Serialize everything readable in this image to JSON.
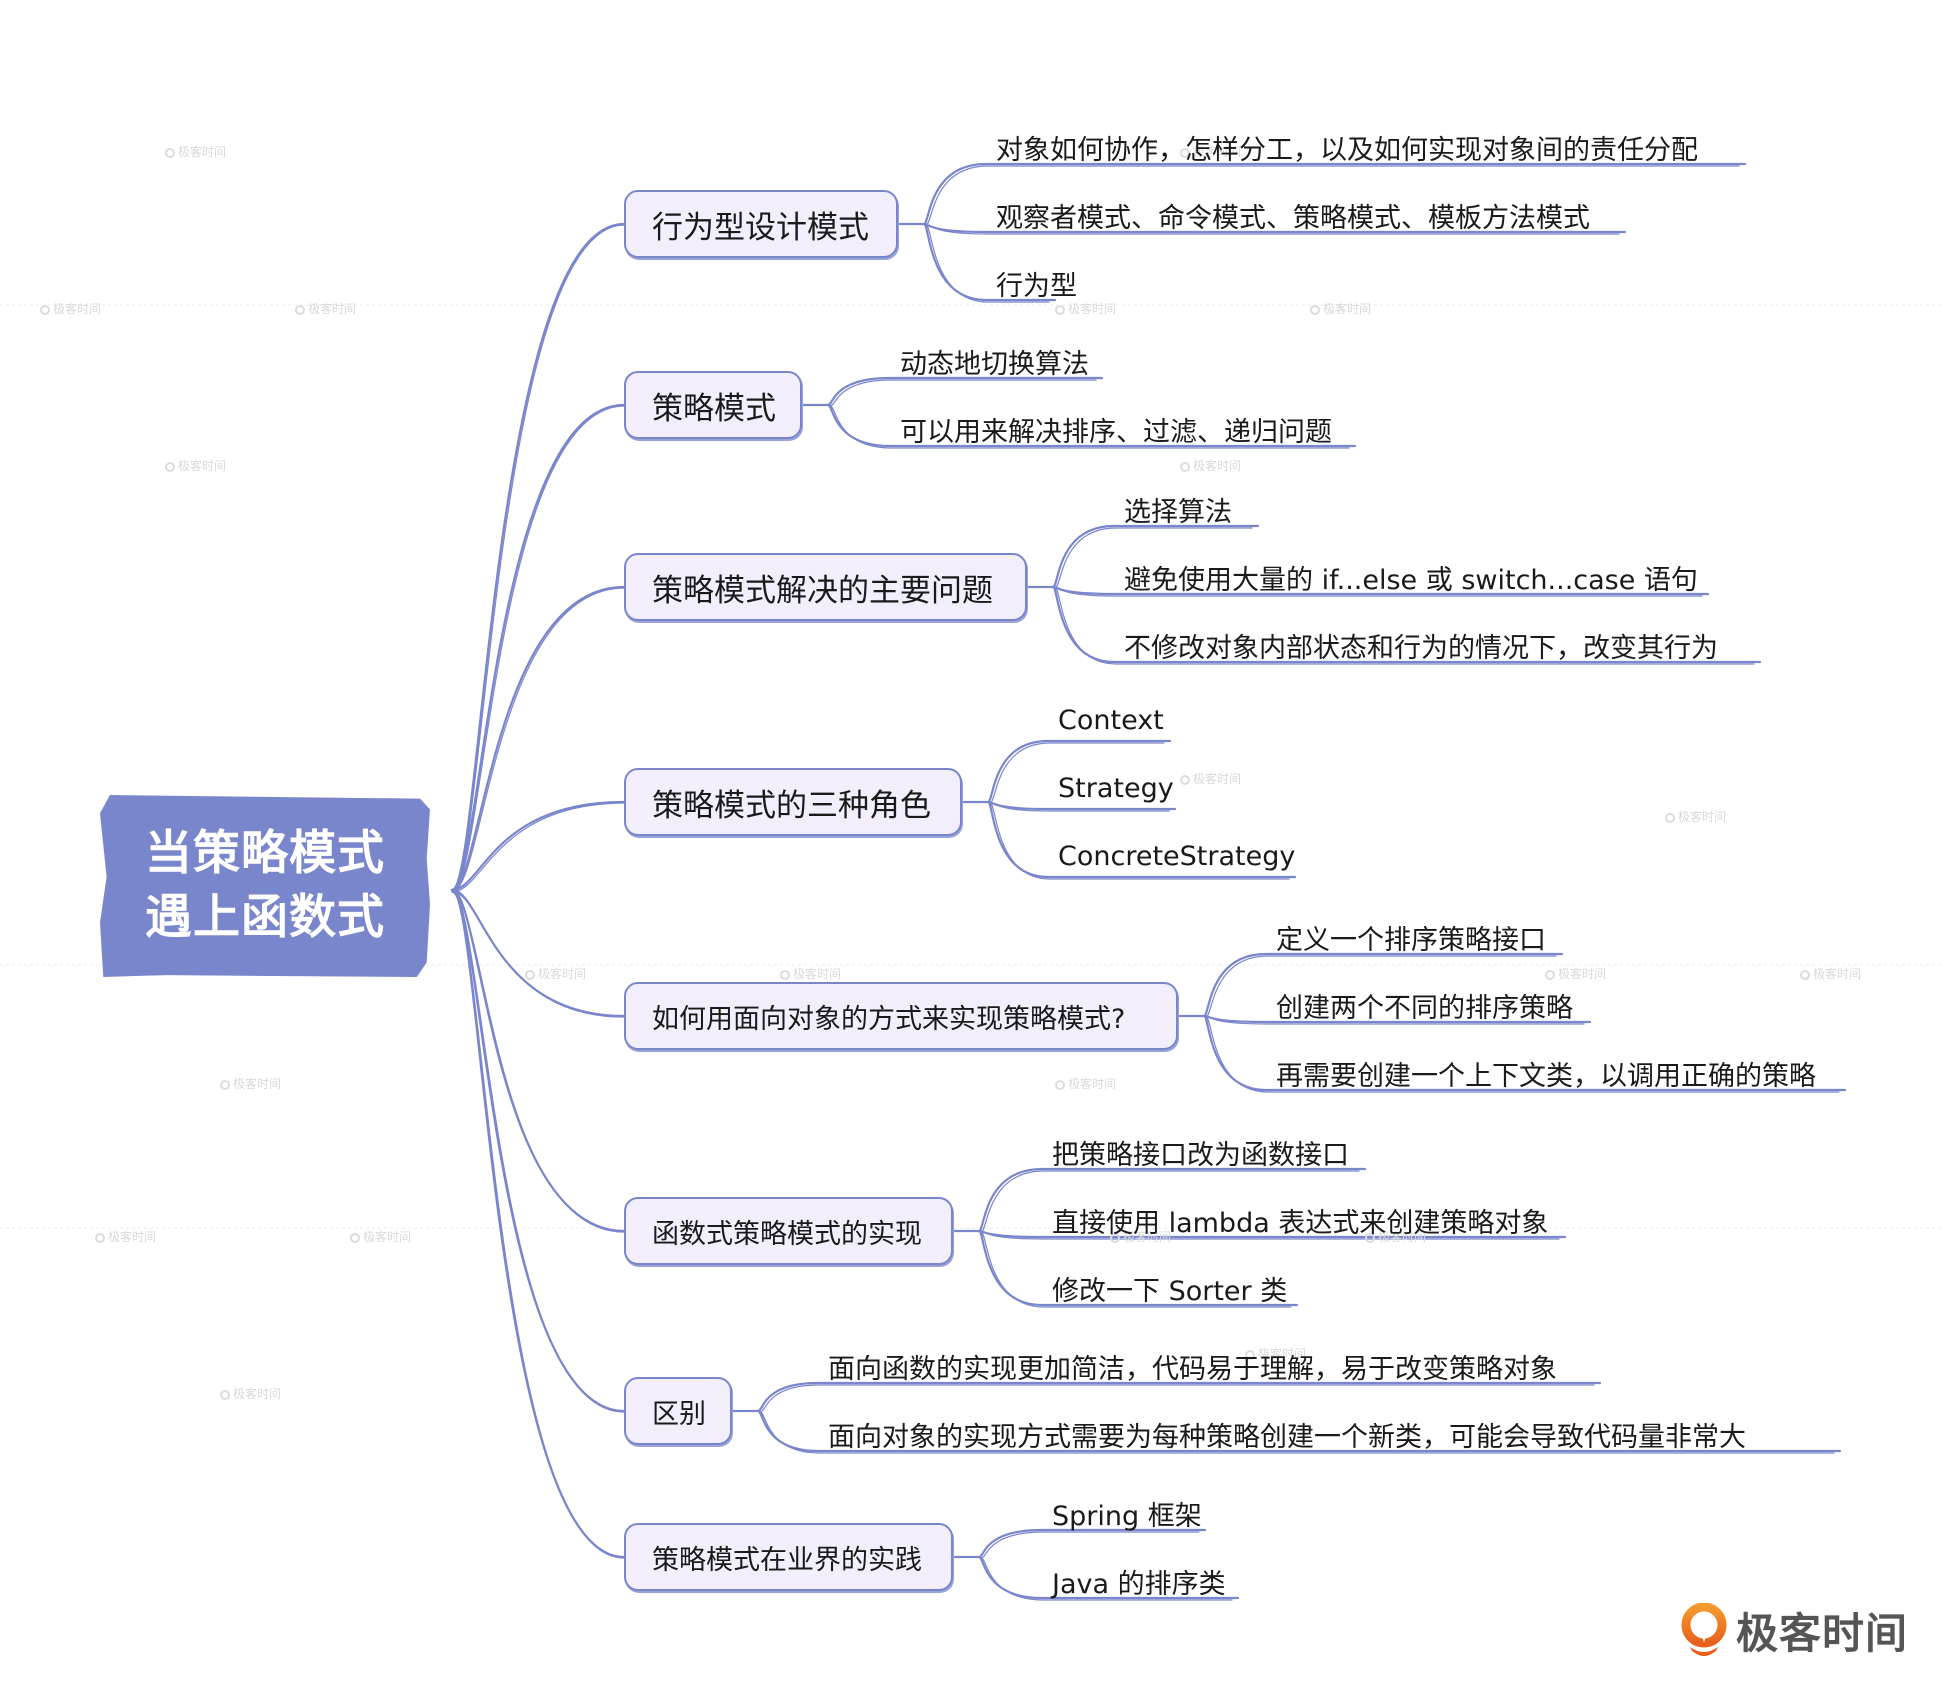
{
  "root": {
    "line1": "当策略模式",
    "line2": "遇上函数式"
  },
  "branches": [
    {
      "label": "行为型设计模式",
      "children": [
        "对象如何协作，怎样分工，以及如何实现对象间的责任分配",
        "观察者模式、命令模式、策略模式、模板方法模式",
        "行为型"
      ]
    },
    {
      "label": "策略模式",
      "children": [
        "动态地切换算法",
        "可以用来解决排序、过滤、递归问题"
      ]
    },
    {
      "label": "策略模式解决的主要问题",
      "children": [
        "选择算法",
        "避免使用大量的 if...else 或 switch...case 语句",
        "不修改对象内部状态和行为的情况下，改变其行为"
      ]
    },
    {
      "label": "策略模式的三种角色",
      "children": [
        "Context",
        "Strategy",
        "ConcreteStrategy"
      ]
    },
    {
      "label": "如何用面向对象的方式来实现策略模式?",
      "children": [
        "定义一个排序策略接口",
        "创建两个不同的排序策略",
        "再需要创建一个上下文类，以调用正确的策略"
      ]
    },
    {
      "label": "函数式策略模式的实现",
      "children": [
        "把策略接口改为函数接口",
        "直接使用 lambda 表达式来创建策略对象",
        "修改一下 Sorter 类"
      ]
    },
    {
      "label": "区别",
      "children": [
        "面向函数的实现更加简洁，代码易于理解，易于改变策略对象",
        "面向对象的实现方式需要为每种策略创建一个新类，可能会导致代码量非常大"
      ]
    },
    {
      "label": "策略模式在业界的实践",
      "children": [
        "Spring 框架",
        "Java 的排序类"
      ]
    }
  ],
  "watermark": "极客时间",
  "logo": {
    "text": "极客时间",
    "icon": "geektime-logo-icon"
  },
  "colors": {
    "accent": "#7a86cb",
    "node_fill": "#f2eefc",
    "logo_orange": "#f07a1c"
  }
}
